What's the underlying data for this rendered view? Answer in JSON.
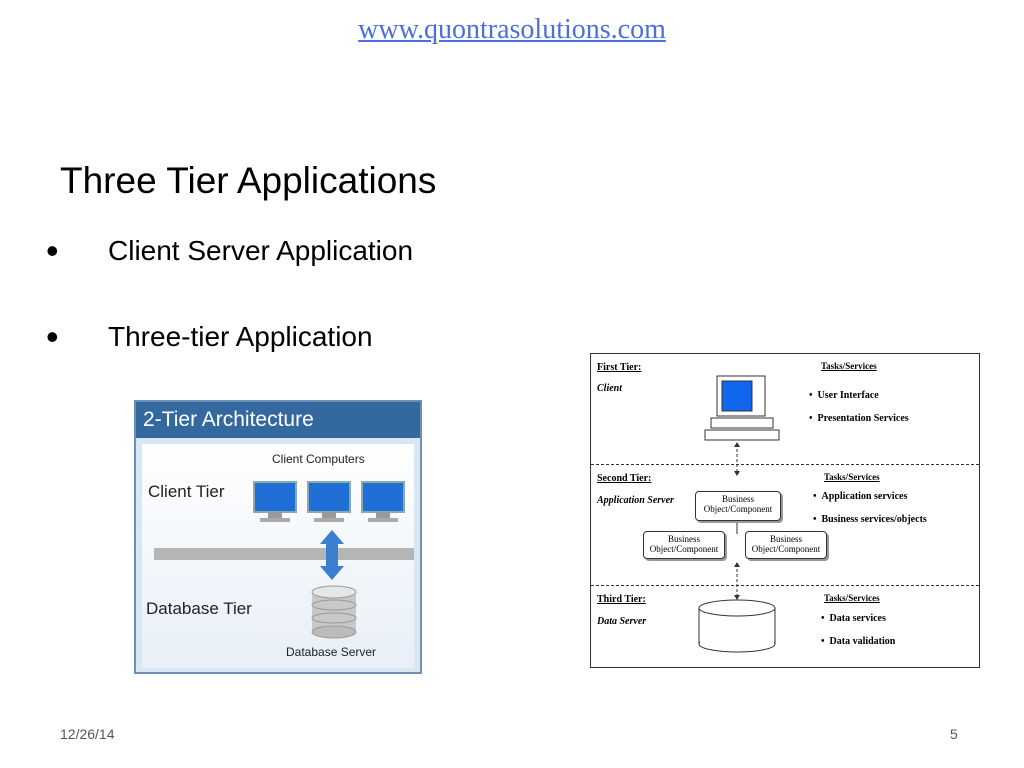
{
  "header": {
    "url": "www.quontrasolutions.com"
  },
  "slide": {
    "title": "Three Tier Applications",
    "bullets": [
      "Client Server Application",
      "Three-tier Application"
    ]
  },
  "two_tier": {
    "header": "2-Tier Architecture",
    "client_computers": "Client Computers",
    "client_tier": "Client Tier",
    "database_tier": "Database Tier",
    "database_server": "Database Server"
  },
  "three_tier": {
    "first_tier": "First Tier:",
    "client": "Client",
    "second_tier": "Second Tier:",
    "app_server": "Application Server",
    "third_tier": "Third Tier:",
    "data_server": "Data Server",
    "tasks_label": "Tasks/Services",
    "first_services": [
      "User Interface",
      "Presentation Services"
    ],
    "second_services": [
      "Application services",
      "Business services/objects"
    ],
    "third_services": [
      "Data services",
      "Data validation"
    ],
    "business_object_l1": "Business",
    "business_object_l2": "Object/Component"
  },
  "footer": {
    "date": "12/26/14",
    "page": "5"
  }
}
